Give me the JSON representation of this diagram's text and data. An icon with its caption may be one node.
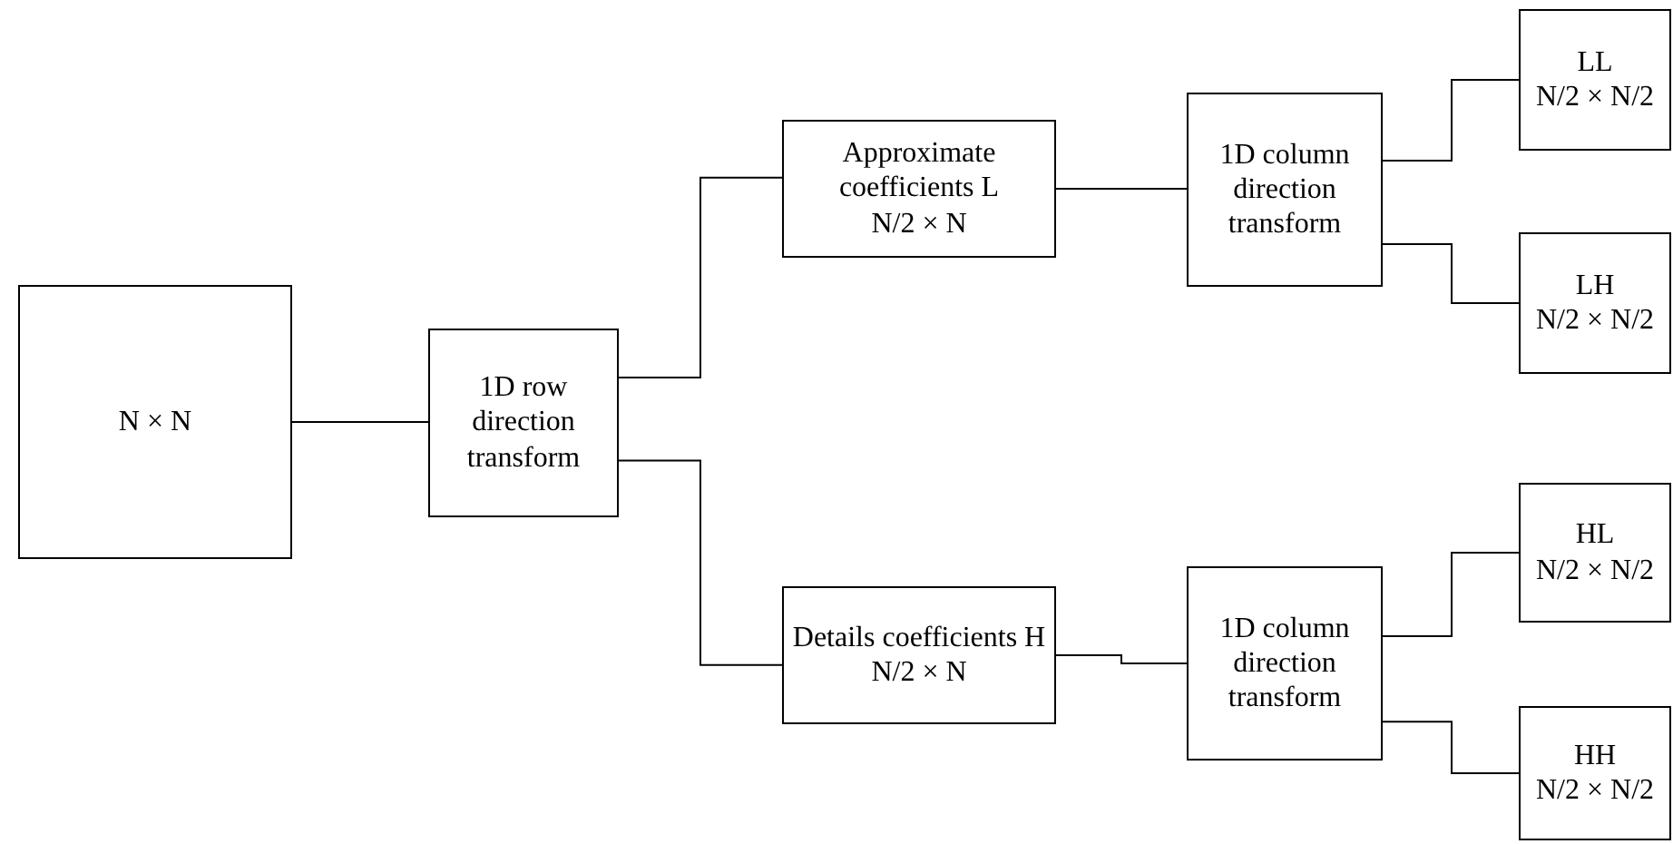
{
  "diagram": {
    "nodes": [
      {
        "text": [
          "N × N"
        ]
      },
      {
        "text": [
          "1D row direction transform"
        ]
      },
      {
        "text": [
          "Approximate coefficients L",
          "N/2 × N"
        ]
      },
      {
        "text": [
          "Details coefficients H",
          "N/2 × N"
        ]
      },
      {
        "text": [
          "1D column direction transform"
        ]
      },
      {
        "text": [
          "1D column direction transform"
        ]
      },
      {
        "text": [
          "LL",
          "N/2 × N/2"
        ]
      },
      {
        "text": [
          "LH",
          "N/2 × N/2"
        ]
      },
      {
        "text": [
          "HL",
          "N/2 × N/2"
        ]
      },
      {
        "text": [
          "HH",
          "N/2 × N/2"
        ]
      }
    ],
    "edges": [
      {
        "from": 0,
        "to": 1,
        "arrow": "none"
      },
      {
        "from": 1,
        "to": 2,
        "arrow": "none"
      },
      {
        "from": 1,
        "to": 3,
        "arrow": "none"
      },
      {
        "from": 2,
        "to": 4,
        "arrow": "none"
      },
      {
        "from": 3,
        "to": 5,
        "arrow": "none"
      },
      {
        "from": 4,
        "to": 6,
        "arrow": "none"
      },
      {
        "from": 4,
        "to": 7,
        "arrow": "none"
      },
      {
        "from": 5,
        "to": 8,
        "arrow": "none"
      },
      {
        "from": 5,
        "to": 9,
        "arrow": "none"
      }
    ]
  }
}
